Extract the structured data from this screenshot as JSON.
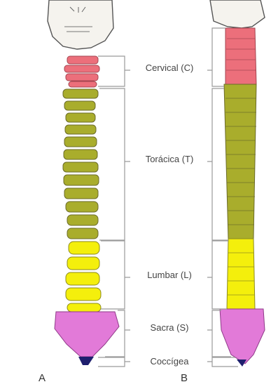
{
  "regions": [
    {
      "label": "Cervical (C)",
      "color": "#ec6f7b"
    },
    {
      "label": "Torácica (T)",
      "color": "#a9ad2c"
    },
    {
      "label": "Lumbar (L)",
      "color": "#f4ef0c"
    },
    {
      "label": "Sacra (S)",
      "color": "#e27ad8"
    },
    {
      "label": "Coccígea",
      "color": "#1f1f6e"
    }
  ],
  "panels": {
    "a": "A",
    "b": "B"
  },
  "colors": {
    "bracket": "#9a9a9a",
    "outline": "#6b6b2a",
    "skull": "#f5f3ee"
  }
}
